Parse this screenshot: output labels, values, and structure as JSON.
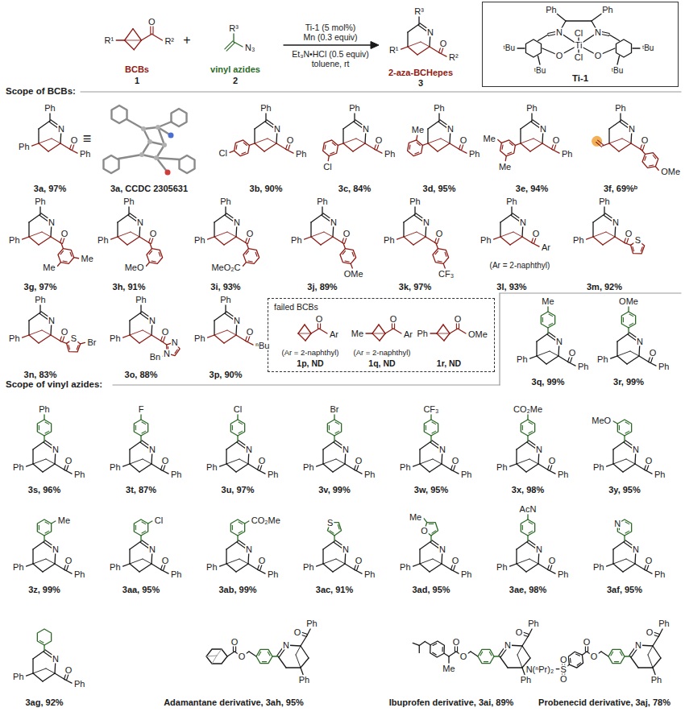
{
  "diagram": {
    "nodes": [
      {
        "text": [
          "Ti-1"
        ]
      },
      {
        "text": [
          "failed BCBs"
        ]
      }
    ],
    "labels": [
      "R¹",
      "O",
      "R²",
      "BCBs",
      "1",
      "+",
      "R³",
      "N₃",
      "vinyl azides",
      "2",
      "Ti-1 (5 mol%)",
      "Mn (0.3 equiv)",
      "Et₃N•HCl (0.5 equiv)",
      "toluene, rt",
      "R³",
      "N",
      "R¹",
      "O",
      "R²",
      "2-aza-BCHepes",
      "3",
      "Ph",
      "Ph",
      "N",
      "N",
      "Cl",
      "Ti",
      "Cl",
      "O",
      "O",
      "ᵗBu",
      "ᵗBu",
      "ᵗBu",
      "ᵗBu",
      "Scope of BCBs:",
      "Ph",
      "N",
      "Ph",
      "O",
      "Ph",
      "3a, 97%",
      "≡",
      "3a, CCDC 2305631",
      "Ph",
      "N",
      "Cl",
      "O",
      "Ph",
      "3b, 90%",
      "Ph",
      "N",
      "Cl",
      "O",
      "Ph",
      "3c, 84%",
      "Ph",
      "N",
      "Me",
      "O",
      "Ph",
      "3d, 95%",
      "Ph",
      "N",
      "Me",
      "Me",
      "O",
      "Ph",
      "3e, 94%",
      "Ph",
      "N",
      "O",
      "OMe",
      "3f, 69%ᵇ",
      "Ph",
      "N",
      "Ph",
      "O",
      "Me",
      "Me",
      "3g, 97%",
      "Ph",
      "N",
      "Ph",
      "O",
      "MeO",
      "3h, 91%",
      "Ph",
      "N",
      "Ph",
      "O",
      "MeO₂C",
      "3i, 93%",
      "Ph",
      "N",
      "Ph",
      "O",
      "OMe",
      "3j, 89%",
      "Ph",
      "N",
      "Ph",
      "O",
      "CF₃",
      "3k, 97%",
      "Ph",
      "N",
      "Ph",
      "O",
      "Ar",
      "(Ar = 2-naphthyl)",
      "3l, 93%",
      "Ph",
      "N",
      "Ph",
      "O",
      "S",
      "3m, 92%",
      "Ph",
      "N",
      "Ph",
      "O",
      "S",
      "Br",
      "3n, 83%",
      "Ph",
      "N",
      "Ph",
      "O",
      "N",
      "N",
      "Bn",
      "3o, 88%",
      "Ph",
      "N",
      "Ph",
      "O",
      "ⁿBu",
      "3p, 90%",
      "O",
      "Ar",
      "(Ar = 2-naphthyl)",
      "1p, ND",
      "Me",
      "O",
      "Ar",
      "(Ar = 2-naphthyl)",
      "1q, ND",
      "Ph",
      "O",
      "OMe",
      "1r, ND",
      "Me",
      "N",
      "Ph",
      "O",
      "Ph",
      "3q, 99%",
      "OMe",
      "N",
      "Ph",
      "O",
      "Ph",
      "3r, 99%",
      "Scope of vinyl azides:",
      "Ph",
      "N",
      "Ph",
      "O",
      "Ph",
      "3s, 96%",
      "F",
      "N",
      "Ph",
      "O",
      "Ph",
      "3t, 87%",
      "Cl",
      "N",
      "Ph",
      "O",
      "Ph",
      "3u, 97%",
      "Br",
      "N",
      "Ph",
      "O",
      "Ph",
      "3v, 99%",
      "CF₃",
      "N",
      "Ph",
      "O",
      "Ph",
      "3w, 95%",
      "CO₂Me",
      "N",
      "Ph",
      "O",
      "Ph",
      "3x, 98%",
      "MeO",
      "N",
      "Ph",
      "O",
      "Ph",
      "3y, 95%",
      "Me",
      "N",
      "Ph",
      "O",
      "Ph",
      "3z, 99%",
      "Cl",
      "N",
      "Ph",
      "O",
      "Ph",
      "3aa, 95%",
      "CO₂Me",
      "N",
      "Ph",
      "O",
      "Ph",
      "3ab, 99%",
      "S",
      "N",
      "Ph",
      "O",
      "Ph",
      "3ac, 91%",
      "O",
      "Me",
      "N",
      "Ph",
      "O",
      "Ph",
      "3ad, 95%",
      "AcN",
      "N",
      "Ph",
      "O",
      "Ph",
      "3ae, 98%",
      "N",
      "N",
      "Ph",
      "O",
      "Ph",
      "3af, 95%",
      "N",
      "Ph",
      "O",
      "Ph",
      "3ag, 92%",
      "O",
      "O",
      "N",
      "Ph",
      "O",
      "Ph",
      "Adamantane derivative, 3ah, 95%",
      "O",
      "O",
      "Me",
      "N",
      "Ph",
      "O",
      "Ph",
      "Ibuprofen derivative, 3ai, 89%",
      "O",
      "S",
      "O",
      "N(ⁿPr)₂",
      "O",
      "O",
      "N",
      "Ph",
      "O",
      "Ph",
      "Probenecid derivative, 3aj, 78%"
    ]
  }
}
